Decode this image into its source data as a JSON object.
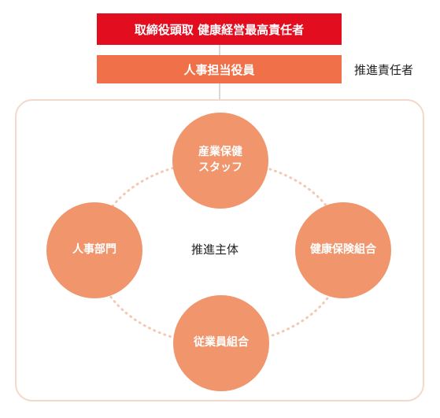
{
  "header": {
    "executive_label": "取締役頭取 健康経営最高責任者",
    "officer_label": "人事担当役員",
    "officer_role_label": "推進責任者"
  },
  "structure": {
    "center_label": "推進主体",
    "nodes": {
      "top_line1": "産業保健",
      "top_line2": "スタッフ",
      "left": "人事部門",
      "right": "健康保険組合",
      "bottom": "従業員組合"
    }
  },
  "colors": {
    "executive_box": "#e30d20",
    "officer_box": "#ef7049",
    "node_fill": "#f0956c",
    "panel_border": "#f2d9cb",
    "ring_dots": "#f4c9b3"
  }
}
